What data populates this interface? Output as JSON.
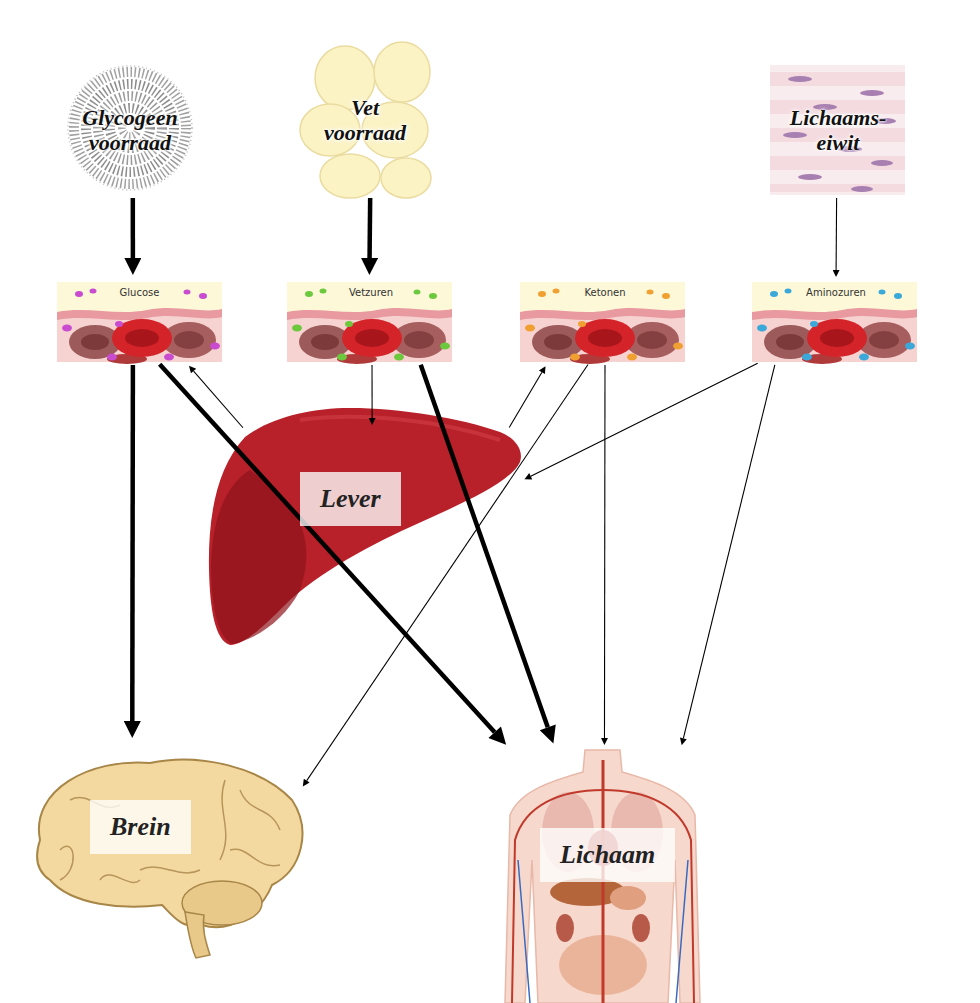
{
  "diagram": {
    "nodes": [
      {
        "text": [
          "Glycogeen voorraad"
        ]
      },
      {
        "text": [
          "Vet voorraad"
        ]
      },
      {
        "text": [
          "Lichaams- eiwit"
        ]
      },
      {
        "text": [
          "Glucose"
        ]
      },
      {
        "text": [
          "Vetzuren"
        ]
      },
      {
        "text": [
          "Ketonen"
        ]
      },
      {
        "text": [
          "Aminozuren"
        ]
      },
      {
        "text": [
          "Lever"
        ]
      },
      {
        "text": [
          "Brein"
        ]
      },
      {
        "text": [
          "Lichaam"
        ]
      }
    ],
    "edges": [
      {
        "from": 0,
        "to": 3,
        "arrow": "to"
      },
      {
        "from": 1,
        "to": 4,
        "arrow": "to"
      },
      {
        "from": 2,
        "to": 6,
        "arrow": "to"
      },
      {
        "from": 3,
        "to": 8,
        "arrow": "to"
      },
      {
        "from": 3,
        "to": 9,
        "arrow": "to"
      },
      {
        "from": 7,
        "to": 3,
        "arrow": "to"
      },
      {
        "from": 4,
        "to": 7,
        "arrow": "to"
      },
      {
        "from": 4,
        "to": 9,
        "arrow": "to"
      },
      {
        "from": 7,
        "to": 5,
        "arrow": "to"
      },
      {
        "from": 5,
        "to": 8,
        "arrow": "to"
      },
      {
        "from": 5,
        "to": 9,
        "arrow": "to"
      },
      {
        "from": 6,
        "to": 7,
        "arrow": "to"
      },
      {
        "from": 6,
        "to": 9,
        "arrow": "to"
      }
    ]
  }
}
